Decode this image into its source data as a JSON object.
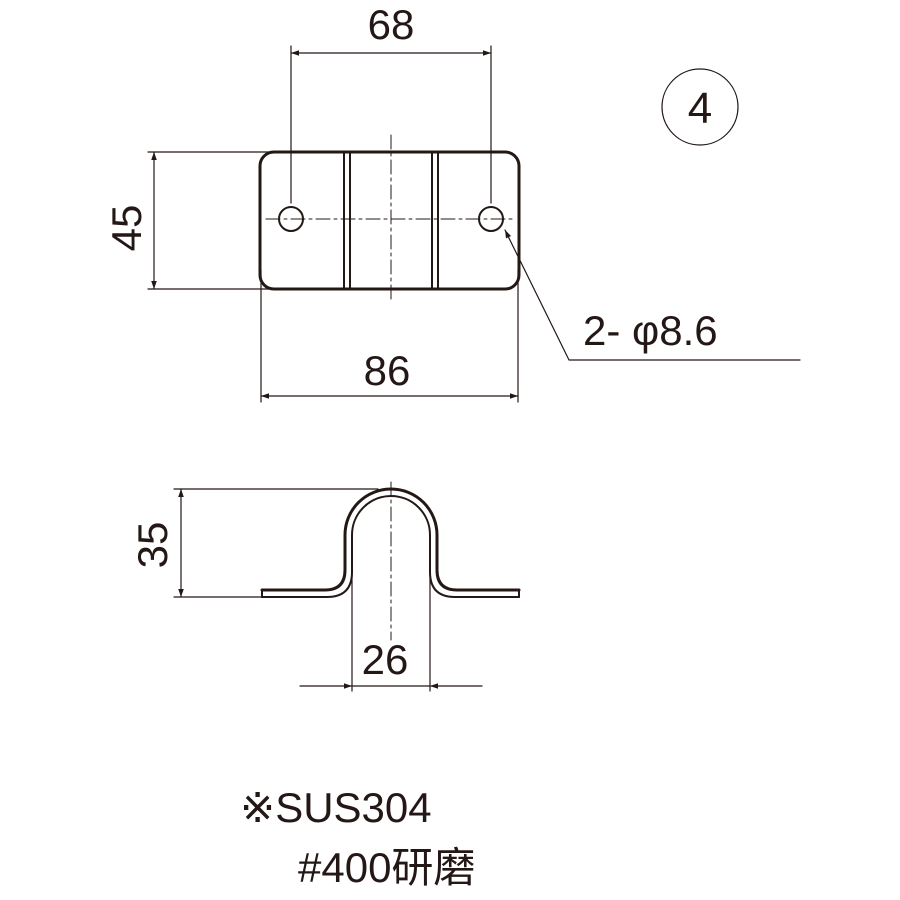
{
  "part_label": "④",
  "top_view": {
    "hole_pitch": "68",
    "height": "45",
    "length": "86",
    "hole_callout": "2- φ8.6"
  },
  "side_view": {
    "height": "35",
    "inner_width": "26"
  },
  "notes": {
    "material": "※SUS304",
    "finish": "#400研磨"
  }
}
